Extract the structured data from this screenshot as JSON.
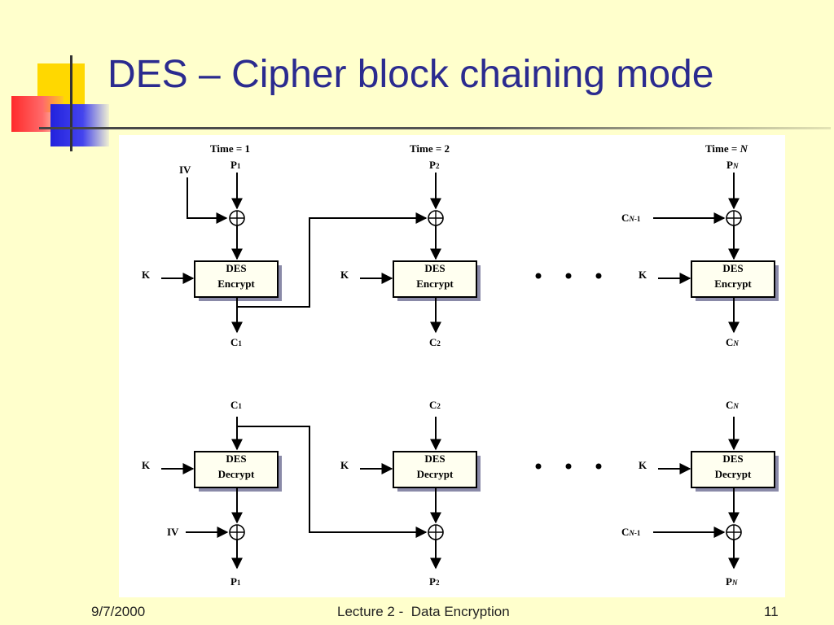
{
  "slide": {
    "title": "DES – Cipher block chaining mode",
    "footer_date": "9/7/2000",
    "footer_center": "Lecture 2 -  Data Encryption",
    "footer_page": "11"
  },
  "diagram": {
    "time_labels": [
      "Time = 1",
      "Time = 2",
      "Time = N"
    ],
    "encrypt_box_line1": "DES",
    "encrypt_box_line2": "Encrypt",
    "decrypt_box_line1": "DES",
    "decrypt_box_line2": "Decrypt",
    "key_label": "K",
    "iv_label": "IV",
    "xor_symbol": "⊕",
    "ellipsis": "• • •",
    "encryption_row": {
      "plaintext_inputs": [
        "P1",
        "P2",
        "PN"
      ],
      "ciphertext_outputs": [
        "C1",
        "C2",
        "CN"
      ],
      "chain_input_last": "CN-1"
    },
    "decryption_row": {
      "ciphertext_inputs": [
        "C1",
        "C2",
        "CN"
      ],
      "plaintext_outputs": [
        "P1",
        "P2",
        "PN"
      ],
      "chain_input_last": "CN-1"
    }
  }
}
